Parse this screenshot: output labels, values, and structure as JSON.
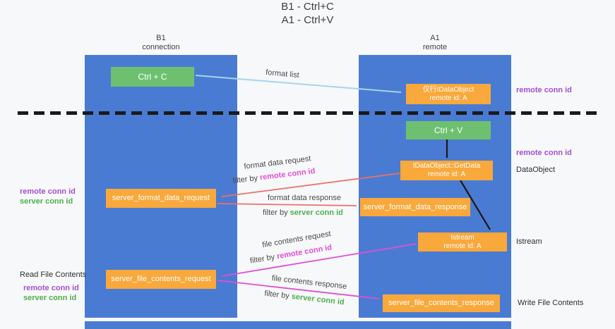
{
  "title": {
    "line1": "B1 - Ctrl+C",
    "line2": "A1 - Ctrl+V"
  },
  "lanes": {
    "left": {
      "name": "B1",
      "subtitle": "connection"
    },
    "right": {
      "name": "A1",
      "subtitle": "remote"
    }
  },
  "nodes": {
    "ctrl_c": {
      "label": "Ctrl + C"
    },
    "ctrl_v": {
      "label": "Ctrl + V"
    },
    "idataobject": {
      "line1": "仅行IDataObject",
      "line2": "remote id: A"
    },
    "getdata": {
      "line1": "IDataObject::GetData",
      "line2": "remote id: A"
    },
    "istream": {
      "line1": "Istream",
      "line2": "remote id: A"
    },
    "format_request": {
      "label": "server_format_data_request"
    },
    "format_response": {
      "label": "server_format_data_response"
    },
    "file_request": {
      "label": "server_file_contents_request"
    },
    "file_response": {
      "label": "server_file_contents_response"
    }
  },
  "arrow_labels": {
    "format_list": "format list",
    "format_data_request": "format data request",
    "format_data_response": "format data response",
    "file_contents_request": "file contents request",
    "file_contents_response": "file contents response",
    "filter_by": "filter by",
    "remote_conn_id": "remote conn id",
    "server_conn_id": "server conn id"
  },
  "annotations": {
    "remote_conn_id": "remote conn id",
    "server_conn_id": "server conn id",
    "dataobject": "DataObject",
    "istream": "Istream",
    "read_file_contents": "Read File Contents",
    "write_file_contents": "Write File Contents"
  },
  "colors": {
    "bg": "#f7f8f9",
    "lane_blue": "#4a7bd2",
    "box_orange": "#f9a83b",
    "box_green": "#6ec071",
    "purple_text": "#a44fcf",
    "green_text": "#4caf50",
    "arrow_red": "#ee6f6a",
    "arrow_magenta": "#df4fd6",
    "arrow_blue": "#a6d4ee",
    "arrow_black": "#1a1a1a",
    "text_dark": "#3f3f3f"
  }
}
